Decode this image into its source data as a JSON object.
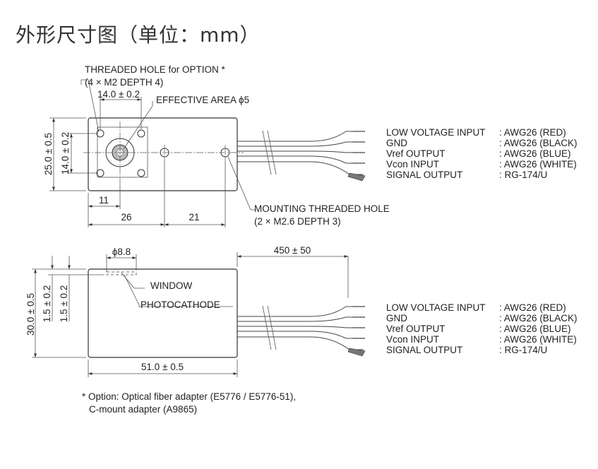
{
  "title": "外形尺寸图（单位：mm）",
  "top_view": {
    "threaded_hole_label": "THREADED HOLE for OPTION *",
    "threaded_hole_spec": "(4 × M2 DEPTH 4)",
    "effective_area_label": "EFFECTIVE AREA ϕ5",
    "dim_hole_pitch": "14.0 ± 0.2",
    "dim_height": "25.0 ± 0.5",
    "dim_hole_pitch_v": "14.0 ± 0.2",
    "dim_11": "11",
    "dim_26": "26",
    "dim_21": "21",
    "mounting_label": "MOUNTING THREADED HOLE",
    "mounting_spec": "(2 × M2.6 DEPTH 3)"
  },
  "side_view": {
    "dim_window_dia": "ϕ8.8",
    "dim_cable": "450 ± 50",
    "window_label": "WINDOW",
    "photocathode_label": "PHOTOCATHODE",
    "dim_height": "30.0 ± 0.5",
    "dim_offset1": "1.5 ± 0.2",
    "dim_offset2": "1.5 ± 0.2",
    "dim_width": "51.0 ± 0.5"
  },
  "wire_legend": [
    {
      "name": "LOW VOLTAGE INPUT",
      "spec": ": AWG26 (RED)"
    },
    {
      "name": "GND",
      "spec": ": AWG26 (BLACK)"
    },
    {
      "name": "Vref OUTPUT",
      "spec": ": AWG26 (BLUE)"
    },
    {
      "name": "Vcon INPUT",
      "spec": ": AWG26 (WHITE)"
    },
    {
      "name": "SIGNAL OUTPUT",
      "spec": ": RG-174/U"
    }
  ],
  "footnote": {
    "line1": "* Option: Optical fiber adapter (E5776 / E5776-51),",
    "line2": "C-mount adapter (A9865)"
  }
}
